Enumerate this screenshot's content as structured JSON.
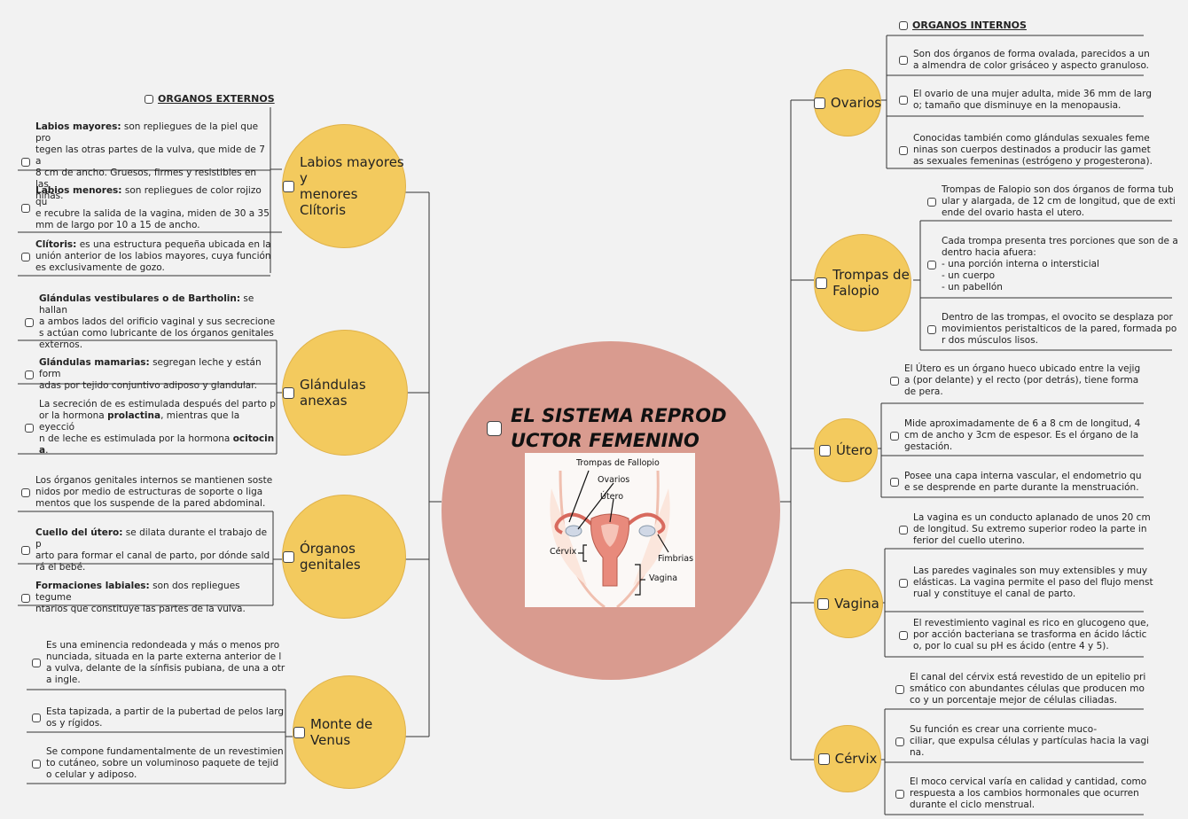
{
  "center": {
    "title": "EL SISTEMA REPROD\nUCTOR FEMENINO",
    "illustration_labels": {
      "trompas": "Trompas de Fallopio",
      "ovarios": "Ovarios",
      "utero": "Útero",
      "cervix": "Cérvix",
      "fimbrias": "Fimbrias",
      "vagina": "Vagina"
    }
  },
  "left": {
    "header": "ORGANOS EXTERNOS",
    "topics": [
      {
        "label": "Labios mayores y\nmenores\nClítoris",
        "items": [
          {
            "bold": "Labios mayores:",
            "text": " son repliegues de la piel que pro\ntegen las otras partes de la vulva, que mide de 7 a\n8 cm de ancho. Gruesos, firmes y resistibles en las\nniñas."
          },
          {
            "bold": "Labios menores:",
            "text": " son repliegues de color rojizo qu\ne recubre la salida de la vagina, miden de 30 a 35\nmm de largo por 10 a 15 de ancho."
          },
          {
            "bold": "Clítoris:",
            "text": " es una estructura pequeña ubicada en la\nunión anterior de los labios mayores, cuya función\nes exclusivamente de gozo."
          }
        ]
      },
      {
        "label": "Glándulas anexas",
        "items": [
          {
            "bold": "Glándulas vestibulares o de Bartholin:",
            "text": " se hallan\na ambos lados del orificio vaginal y sus secrecione\ns actúan como lubricante de los órganos genitales\nexternos."
          },
          {
            "bold": "Glándulas mamarias:",
            "text": " segregan leche y están form\nadas por tejido conjuntivo adiposo y glandular."
          },
          {
            "pre": "La secreción de es estimulada después del parto p\nor la hormona ",
            "bold": "prolactina",
            "text": ", mientras que la eyecció\nn de leche es estimulada por la hormona ",
            "bold2": "ocitocin\na",
            "post": "."
          }
        ]
      },
      {
        "label": "Órganos genitales",
        "items": [
          {
            "text": "Los órganos genitales internos se mantienen soste\nnidos por medio de estructuras de soporte o liga\nmentos que los suspende de la pared abdominal."
          },
          {
            "bold": "Cuello del útero:",
            "text": " se dilata durante el trabajo de p\narto para formar el canal de parto, por dónde sald\nrá el bebé."
          },
          {
            "bold": "Formaciones labiales:",
            "text": " son dos repliegues tegume\nntarios que constituye las partes de la vulva."
          }
        ]
      },
      {
        "label": "Monte de Venus",
        "items": [
          {
            "text": "Es una eminencia redondeada y más o menos pro\nnunciada, situada en la parte externa anterior de l\na vulva, delante de la sínfisis pubiana, de una a otr\na ingle."
          },
          {
            "text": "Esta tapizada, a partir de la pubertad de pelos larg\nos y rígidos."
          },
          {
            "text": "Se compone fundamentalmente de un revestimien\nto cutáneo, sobre un voluminoso paquete de tejid\no celular y adiposo."
          }
        ]
      }
    ]
  },
  "right": {
    "header": "ORGANOS INTERNOS",
    "topics": [
      {
        "label": "Ovarios",
        "items": [
          {
            "text": "Son dos órganos de forma ovalada, parecidos a un\na almendra de color grisáceo y aspecto granuloso."
          },
          {
            "text": "El ovario de una mujer adulta, mide 36 mm de larg\no; tamaño que disminuye en la menopausia."
          },
          {
            "text": "Conocidas también como glándulas sexuales feme\nninas son cuerpos destinados a producir las gamet\nas sexuales femeninas (estrógeno y progesterona)."
          }
        ]
      },
      {
        "label": "Trompas de\nFalopio",
        "items": [
          {
            "text": "Trompas de Falopio son dos órganos de forma tub\nular y alargada, de 12 cm de longitud, que de exti\nende del ovario hasta el utero."
          },
          {
            "text": "Cada trompa presenta tres porciones que son de a\ndentro hacia afuera:\n- una porción interna o intersticial\n- un cuerpo\n- un pabellón"
          },
          {
            "text": "Dentro de las trompas, el ovocito se desplaza por\nmovimientos peristalticos de la pared, formada po\nr dos músculos lisos."
          }
        ]
      },
      {
        "label": "Útero",
        "items": [
          {
            "text": "El Útero es un órgano hueco ubicado entre la vejig\na (por delante) y el recto (por detrás), tiene forma\nde pera."
          },
          {
            "text": "Mide aproximadamente de 6 a 8 cm de longitud, 4\ncm de ancho y 3cm de espesor. Es el órgano de la\ngestación."
          },
          {
            "text": "Posee una capa interna vascular, el endometrio qu\ne se desprende en parte durante la menstruación."
          }
        ]
      },
      {
        "label": "Vagina",
        "items": [
          {
            "text": "La vagina es un conducto aplanado de unos 20 cm\nde longitud. Su extremo superior rodeo la parte in\nferior del cuello uterino."
          },
          {
            "text": "Las paredes vaginales son muy extensibles y muy\nelásticas. La vagina permite el paso del flujo menst\nrual y constituye el canal de parto."
          },
          {
            "text": "El revestimiento vaginal es rico en glucogeno que,\npor acción bacteriana se trasforma en ácido láctic\no, por lo cual su pH es ácido (entre 4 y 5)."
          }
        ]
      },
      {
        "label": "Cérvix",
        "items": [
          {
            "text": "El canal del cérvix está revestido de un epitelio pri\nsmático con abundantes células que producen mo\nco y un porcentaje mejor de células ciliadas."
          },
          {
            "text": "Su función es crear una corriente muco-\nciliar, que expulsa células y partículas hacia la vagi\nna."
          },
          {
            "text": "El moco cervical varía en calidad y cantidad, como\nrespuesta a los cambios hormonales que ocurren\ndurante el ciclo menstrual."
          }
        ]
      }
    ]
  }
}
